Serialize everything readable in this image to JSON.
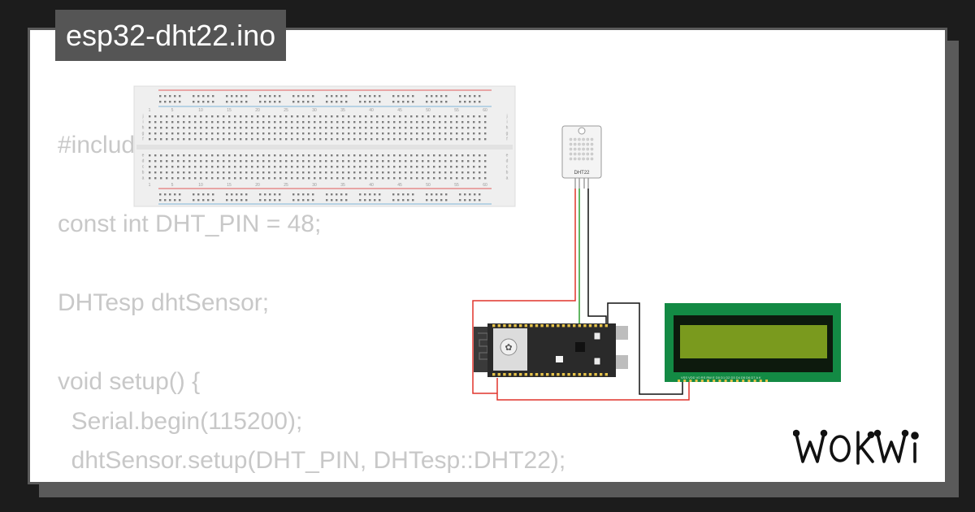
{
  "window": {
    "title": "esp32-dht22.ino"
  },
  "code": {
    "lines": [
      "#include",
      "",
      "const int DHT_PIN = 48;",
      "",
      "DHTesp dhtSensor;",
      "",
      "void setup() {",
      "  Serial.begin(115200);",
      "  dhtSensor.setup(DHT_PIN, DHTesp::DHT22);",
      "}"
    ]
  },
  "breadboard": {
    "column_numbers": [
      "1",
      "5",
      "10",
      "15",
      "20",
      "25",
      "30",
      "35",
      "40",
      "45",
      "50",
      "55",
      "60"
    ],
    "row_letters_top": [
      "j",
      "i",
      "h",
      "g",
      "f"
    ],
    "row_letters_bottom": [
      "e",
      "d",
      "c",
      "b",
      "a"
    ],
    "rail_colors": {
      "positive": "#e25b5b",
      "negative": "#7fb6d8"
    }
  },
  "sensor": {
    "label": "DHT22"
  },
  "lcd": {
    "pin_labels": "VSS VDD V0 RS RW E D0 D1 D2 D3 D4 D5 D6 D7 A K",
    "screen_color": "#7a9a1e"
  },
  "wires": {
    "power_color": "#e0342c",
    "data_color": "#2f9e2f",
    "ground_color": "#111111"
  },
  "brand": {
    "logo_text": "WOKWi"
  }
}
